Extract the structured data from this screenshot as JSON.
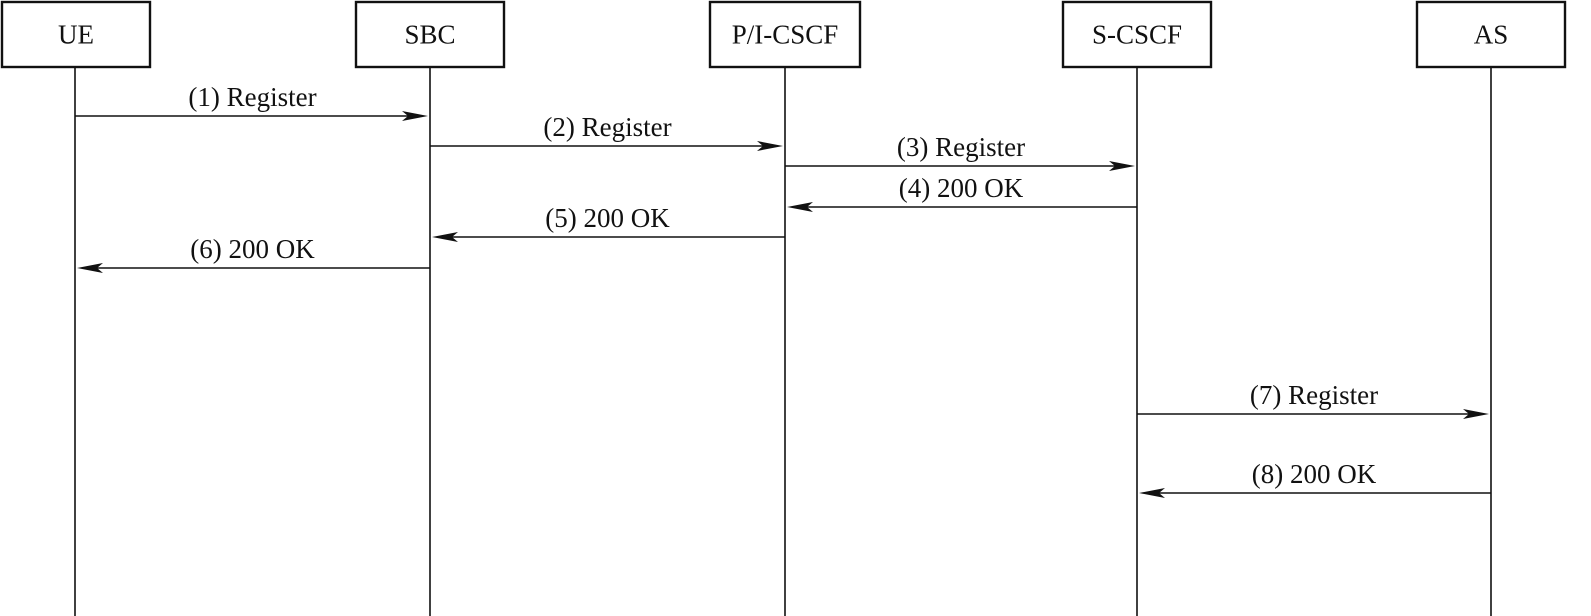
{
  "participants": [
    {
      "id": "ue",
      "label": "UE"
    },
    {
      "id": "sbc",
      "label": "SBC"
    },
    {
      "id": "pcscf",
      "label": "P/I-CSCF"
    },
    {
      "id": "scscf",
      "label": "S-CSCF"
    },
    {
      "id": "as",
      "label": "AS"
    }
  ],
  "messages": [
    {
      "from": "ue",
      "to": "sbc",
      "label": "(1) Register"
    },
    {
      "from": "sbc",
      "to": "pcscf",
      "label": "(2) Register"
    },
    {
      "from": "pcscf",
      "to": "scscf",
      "label": "(3) Register"
    },
    {
      "from": "scscf",
      "to": "pcscf",
      "label": "(4) 200 OK"
    },
    {
      "from": "pcscf",
      "to": "sbc",
      "label": "(5) 200 OK"
    },
    {
      "from": "sbc",
      "to": "ue",
      "label": "(6) 200 OK"
    },
    {
      "from": "scscf",
      "to": "as",
      "label": "(7) Register"
    },
    {
      "from": "as",
      "to": "scscf",
      "label": "(8) 200 OK"
    }
  ]
}
